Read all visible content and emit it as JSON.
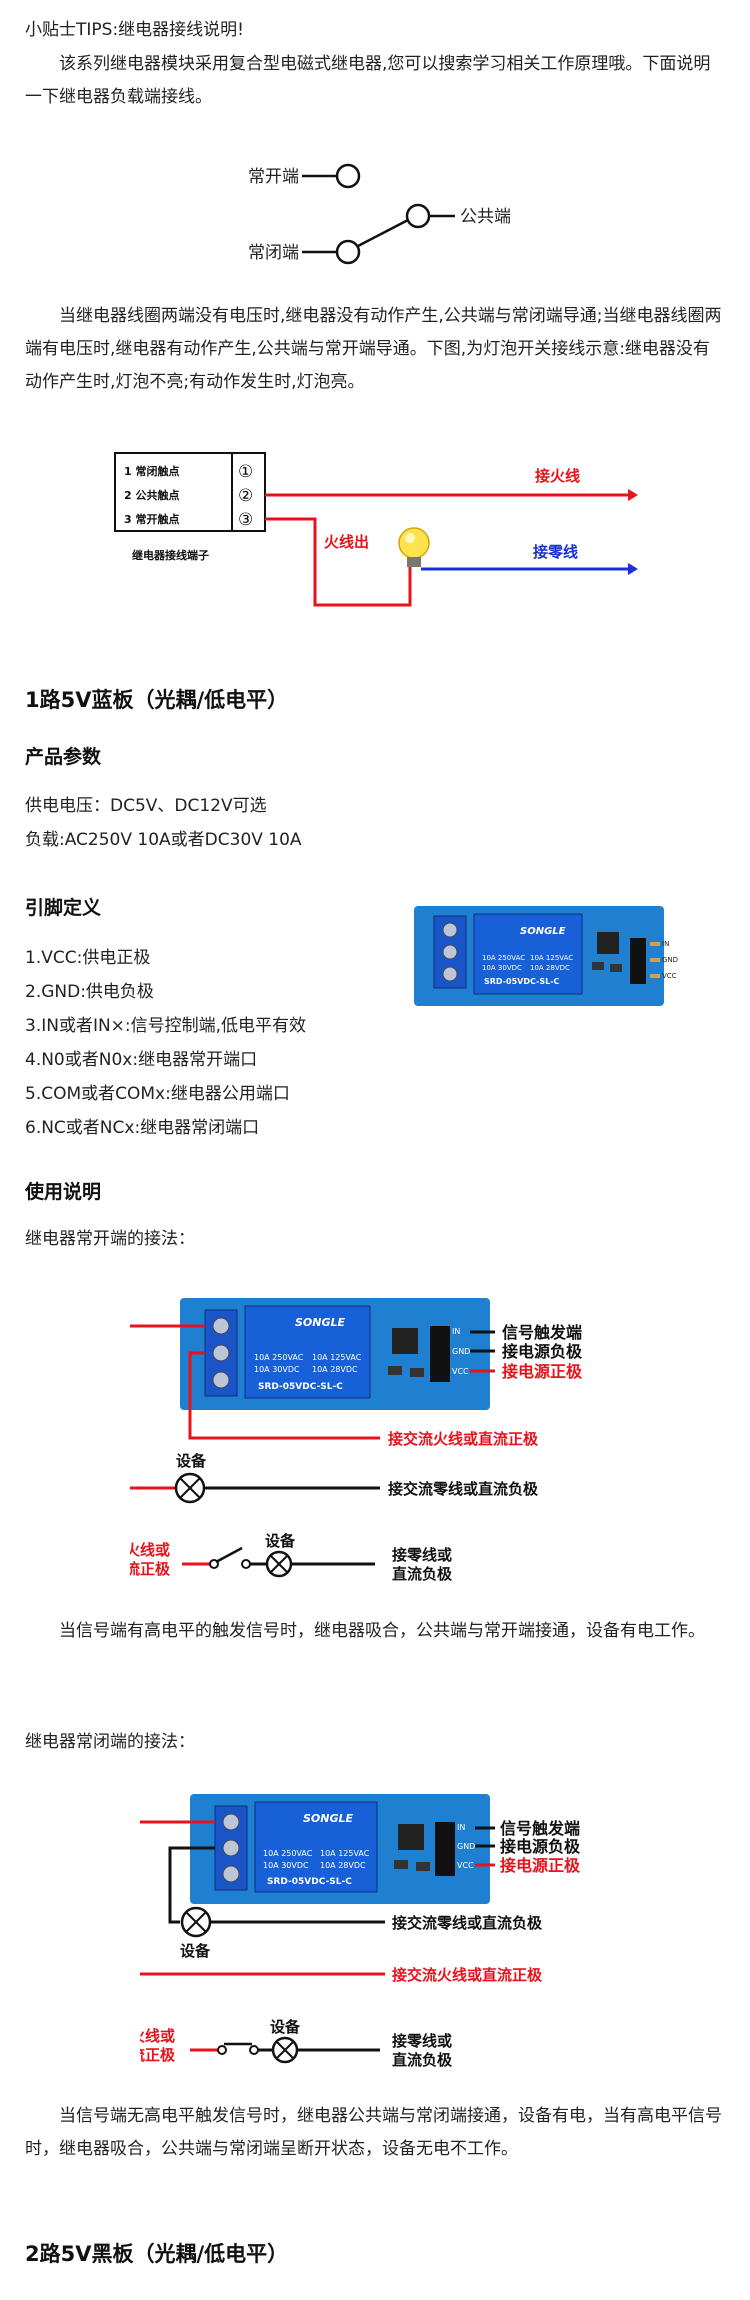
{
  "tips": {
    "title": "小贴士TIPS:继电器接线说明!",
    "intro": "该系列继电器模块采用复合型电磁式继电器,您可以搜索学习相关工作原理哦。下面说明一下继电器负载端接线。"
  },
  "switch_diagram": {
    "no_label": "常开端",
    "nc_label": "常闭端",
    "com_label": "公共端"
  },
  "explain": "当继电器线圈两端没有电压时,继电器没有动作产生,公共端与常闭端导通;当继电器线圈两端有电压时,继电器有动作产生,公共端与常开端导通。下图,为灯泡开关接线示意:继电器没有动作产生时,灯泡不亮;有动作发生时,灯泡亮。",
  "lamp_diagram": {
    "terminals": [
      "1 常闭触点",
      "2 公共触点",
      "3 常开触点"
    ],
    "numbers": [
      "①",
      "②",
      "③"
    ],
    "caption": "继电器接线端子",
    "live_in": "接火线",
    "live_out": "火线出",
    "neutral": "接零线"
  },
  "section1": {
    "title": "1路5V蓝板（光耦/低电平）",
    "params_title": "产品参数",
    "params": [
      "供电电压：DC5V、DC12V可选",
      "负载:AC250V 10A或者DC30V 10A"
    ],
    "pins_title": "引脚定义",
    "pins": [
      "1.VCC:供电正极",
      "2.GND:供电负极",
      "3.IN或者IN×:信号控制端,低电平有效",
      "4.N0或者N0x:继电器常开端口",
      "5.COM或者COMx:继电器公用端口",
      "6.NC或者NCx:继电器常闭端口"
    ],
    "usage_title": "使用说明",
    "no_wiring_title": "继电器常开端的接法：",
    "no_wiring_text": "当信号端有高电平的触发信号时，继电器吸合，公共端与常开端接通，设备有电工作。",
    "nc_wiring_title": "继电器常闭端的接法：",
    "nc_wiring_text": "当信号端无高电平触发信号时，继电器公共端与常闭端接通，设备有电，当有高电平信号时，继电器吸合，公共端与常闭端呈断开状态，设备无电不工作。"
  },
  "module": {
    "brand": "SONGLE",
    "model": "SRD-05VDC-SL-C",
    "rating": [
      "10A 250VAC",
      "10A 125VAC",
      "10A 30VDC",
      "10A 28VDC"
    ],
    "pins": [
      "IN",
      "GND",
      "VCC"
    ]
  },
  "wiring_no": {
    "signal": "信号触发端",
    "neg": "接电源负极",
    "pos": "接电源正极",
    "live": "接交流火线或直流正极",
    "device": "设备",
    "neutral": "接交流零线或直流负极",
    "left1": "接火线或",
    "left2": "直流正极",
    "device2": "设备",
    "right1": "接零线或",
    "right2": "直流负极"
  },
  "wiring_nc": {
    "signal": "信号触发端",
    "neg": "接电源负极",
    "pos": "接电源正极",
    "neutral": "接交流零线或直流负极",
    "device": "设备",
    "live": "接交流火线或直流正极",
    "left1": "接火线或",
    "left2": "直流正极",
    "device2": "设备",
    "right1": "接零线或",
    "right2": "直流负极"
  },
  "section2": {
    "title": "2路5V黑板（光耦/低电平）"
  },
  "colors": {
    "red": "#e8121b",
    "blue": "#1a2fd8",
    "board": "#1f7fd0"
  }
}
